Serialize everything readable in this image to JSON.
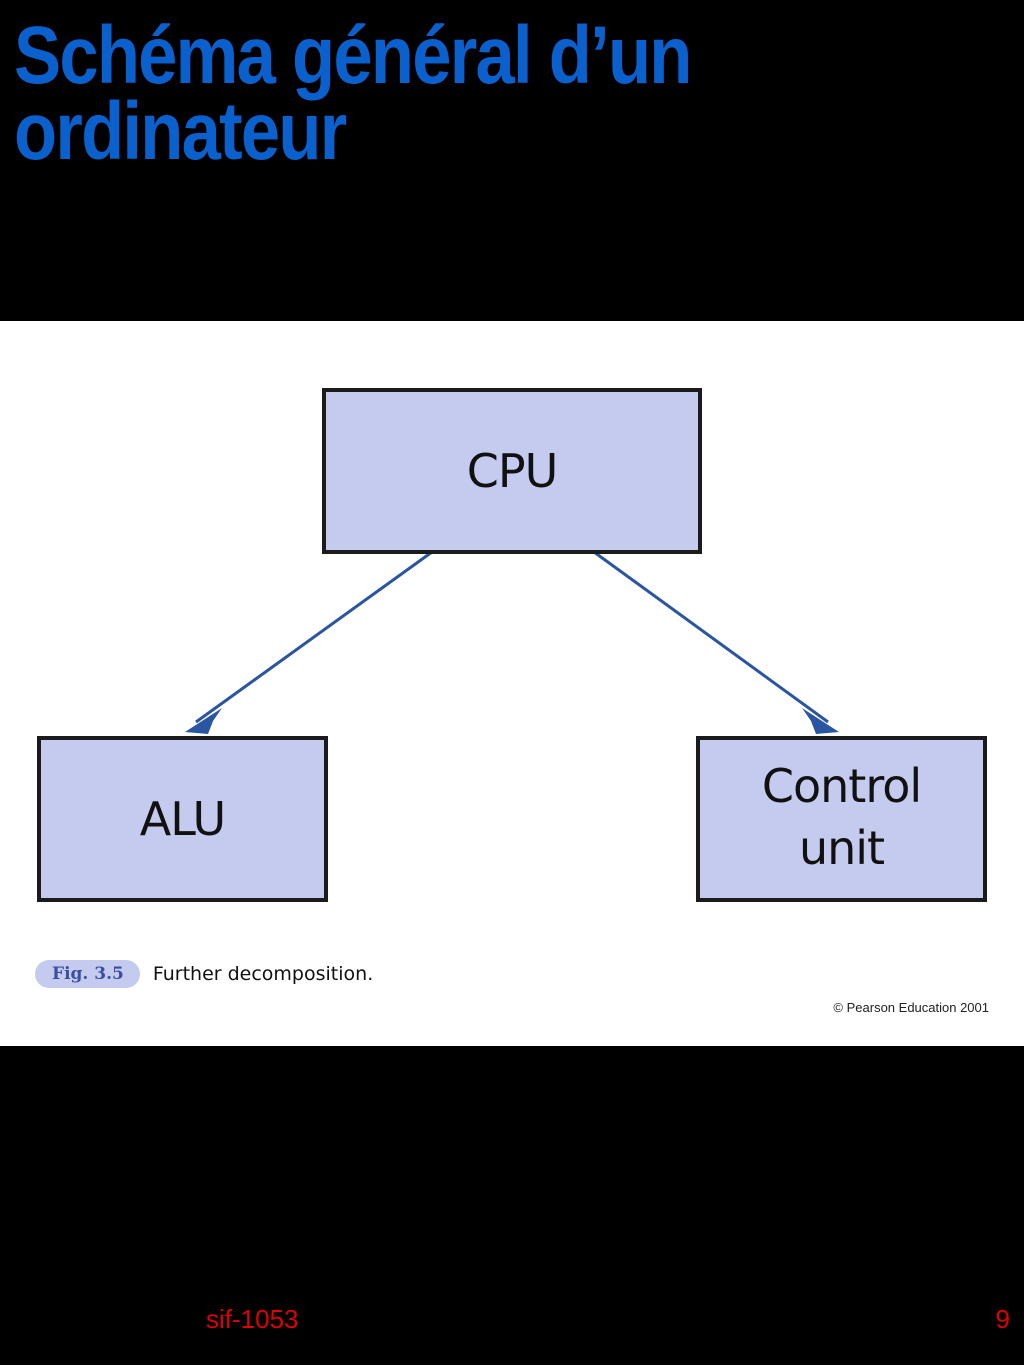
{
  "slide": {
    "title": "Schéma général d’un ordinateur"
  },
  "diagram": {
    "nodes": {
      "cpu": "CPU",
      "alu": "ALU",
      "control_unit": "Control\nunit"
    },
    "edges": [
      {
        "from": "CPU",
        "to": "ALU"
      },
      {
        "from": "CPU",
        "to": "Control unit"
      }
    ],
    "box_fill": "#c5cbef",
    "arrow_color": "#2a55a0"
  },
  "figure": {
    "label": "Fig. 3.5",
    "caption": "Further decomposition.",
    "copyright": "© Pearson Education 2001"
  },
  "footer": {
    "course_code": "sif-1053",
    "page_number": "9"
  },
  "colors": {
    "title": "#0a60cc",
    "footer_text": "#e00000",
    "background": "#000000"
  }
}
